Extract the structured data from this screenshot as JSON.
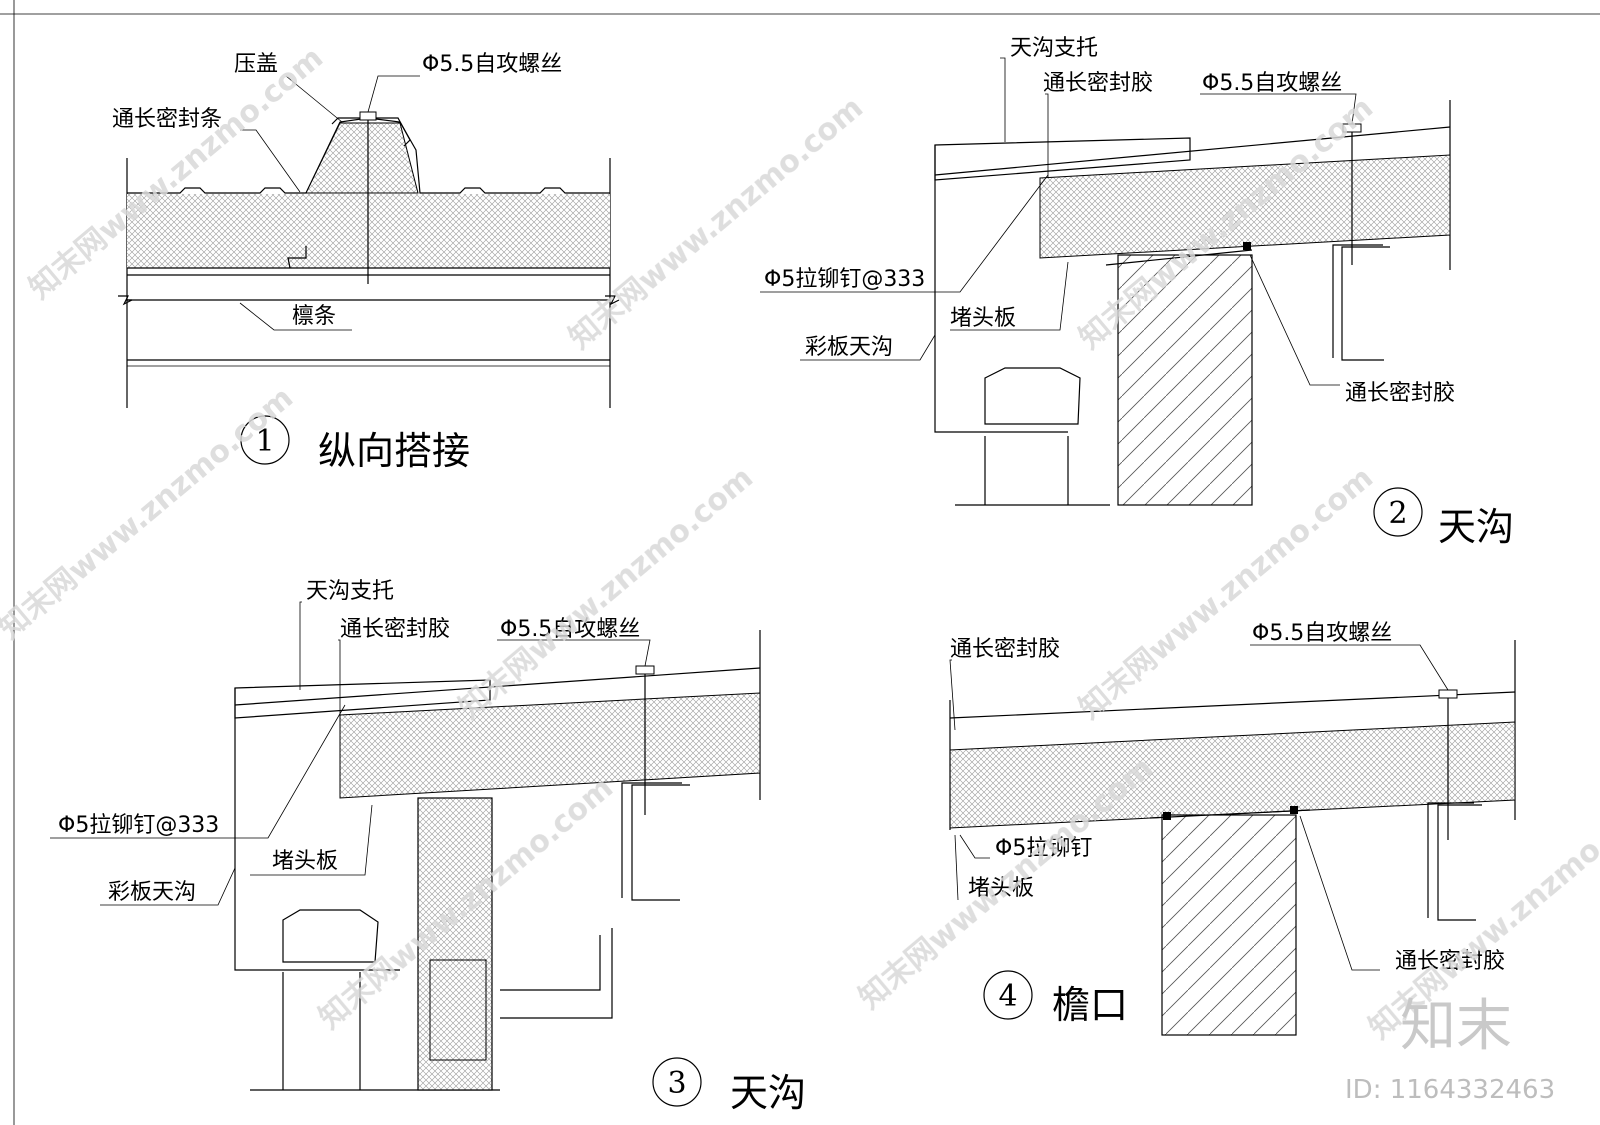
{
  "watermark": {
    "text": "知末网www.znzmo.com",
    "brand": "知末",
    "id": "ID: 1164332463"
  },
  "details": [
    {
      "number": "1",
      "title": "纵向搭接",
      "labels": {
        "cap": "压盖",
        "screw": "Φ5.5自攻螺丝",
        "seal_strip": "通长密封条",
        "purlin": "檩条"
      }
    },
    {
      "number": "2",
      "title": "天沟",
      "labels": {
        "gutter_support": "天沟支托",
        "sealant_top": "通长密封胶",
        "screw": "Φ5.5自攻螺丝",
        "rivet": "Φ5拉铆钉@333",
        "end_plate": "堵头板",
        "gutter": "彩板天沟",
        "sealant_bottom": "通长密封胶"
      }
    },
    {
      "number": "3",
      "title": "天沟",
      "labels": {
        "gutter_support": "天沟支托",
        "sealant": "通长密封胶",
        "screw": "Φ5.5自攻螺丝",
        "rivet": "Φ5拉铆钉@333",
        "end_plate": "堵头板",
        "gutter": "彩板天沟"
      }
    },
    {
      "number": "4",
      "title": "檐口",
      "labels": {
        "sealant_top": "通长密封胶",
        "screw": "Φ5.5自攻螺丝",
        "rivet": "Φ5拉铆钉",
        "end_plate": "堵头板",
        "sealant_bottom": "通长密封胶"
      }
    }
  ]
}
